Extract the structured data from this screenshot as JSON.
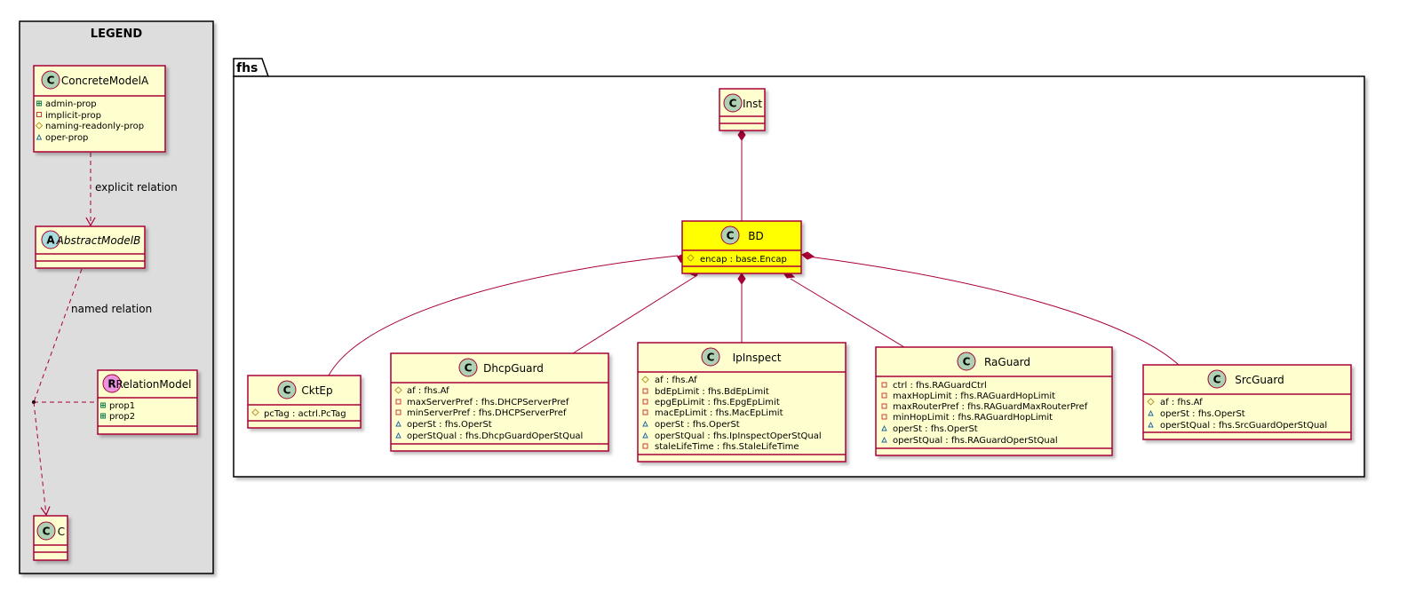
{
  "colors": {
    "class_fill": "#FEFECE",
    "highlight_fill": "#FFFF00",
    "border": "#A80036",
    "line": "#A80036",
    "legend_bg": "#DDDDDD",
    "circle_class": "#ADD1B2",
    "circle_abstract": "#A9DCDF",
    "circle_relation": "#EB93DF"
  },
  "legend": {
    "title": "LEGEND",
    "concrete": {
      "name": "ConcreteModelA",
      "stereotype_letter": "C",
      "attrs": [
        {
          "vis": "+",
          "text": "admin-prop"
        },
        {
          "vis": "-",
          "text": "implicit-prop"
        },
        {
          "vis": "#",
          "text": "naming-readonly-prop"
        },
        {
          "vis": "~",
          "text": "oper-prop"
        }
      ]
    },
    "explicit_relation_label": "explicit relation",
    "abstract": {
      "name": "AbstractModelB",
      "stereotype_letter": "A"
    },
    "named_relation_label": "named relation",
    "relation": {
      "name": "RelationModel",
      "stereotype_letter": "R",
      "attrs": [
        {
          "vis": "+",
          "text": "prop1"
        },
        {
          "vis": "+",
          "text": "prop2"
        }
      ]
    },
    "c": {
      "name": "C",
      "stereotype_letter": "C"
    }
  },
  "package": {
    "name": "fhs"
  },
  "classes": {
    "inst": {
      "name": "Inst",
      "stereotype_letter": "C",
      "attrs": []
    },
    "bd": {
      "name": "BD",
      "stereotype_letter": "C",
      "attrs": [
        {
          "vis": "#",
          "text": "encap : base.Encap"
        }
      ]
    },
    "cktep": {
      "name": "CktEp",
      "stereotype_letter": "C",
      "attrs": [
        {
          "vis": "#",
          "text": "pcTag : actrl.PcTag"
        }
      ]
    },
    "dhcpguard": {
      "name": "DhcpGuard",
      "stereotype_letter": "C",
      "attrs": [
        {
          "vis": "#",
          "text": "af : fhs.Af"
        },
        {
          "vis": "-",
          "text": "maxServerPref : fhs.DHCPServerPref"
        },
        {
          "vis": "-",
          "text": "minServerPref : fhs.DHCPServerPref"
        },
        {
          "vis": "~",
          "text": "operSt : fhs.OperSt"
        },
        {
          "vis": "~",
          "text": "operStQual : fhs.DhcpGuardOperStQual"
        }
      ]
    },
    "ipinspect": {
      "name": "IpInspect",
      "stereotype_letter": "C",
      "attrs": [
        {
          "vis": "#",
          "text": "af : fhs.Af"
        },
        {
          "vis": "-",
          "text": "bdEpLimit : fhs.BdEpLimit"
        },
        {
          "vis": "-",
          "text": "epgEpLimit : fhs.EpgEpLimit"
        },
        {
          "vis": "-",
          "text": "macEpLimit : fhs.MacEpLimit"
        },
        {
          "vis": "~",
          "text": "operSt : fhs.OperSt"
        },
        {
          "vis": "~",
          "text": "operStQual : fhs.IpInspectOperStQual"
        },
        {
          "vis": "-",
          "text": "staleLifeTime : fhs.StaleLifeTime"
        }
      ]
    },
    "raguard": {
      "name": "RaGuard",
      "stereotype_letter": "C",
      "attrs": [
        {
          "vis": "-",
          "text": "ctrl : fhs.RAGuardCtrl"
        },
        {
          "vis": "-",
          "text": "maxHopLimit : fhs.RAGuardHopLimit"
        },
        {
          "vis": "-",
          "text": "maxRouterPref : fhs.RAGuardMaxRouterPref"
        },
        {
          "vis": "-",
          "text": "minHopLimit : fhs.RAGuardHopLimit"
        },
        {
          "vis": "~",
          "text": "operSt : fhs.OperSt"
        },
        {
          "vis": "~",
          "text": "operStQual : fhs.RAGuardOperStQual"
        }
      ]
    },
    "srcguard": {
      "name": "SrcGuard",
      "stereotype_letter": "C",
      "attrs": [
        {
          "vis": "#",
          "text": "af : fhs.Af"
        },
        {
          "vis": "~",
          "text": "operSt : fhs.OperSt"
        },
        {
          "vis": "~",
          "text": "operStQual : fhs.SrcGuardOperStQual"
        }
      ]
    }
  }
}
